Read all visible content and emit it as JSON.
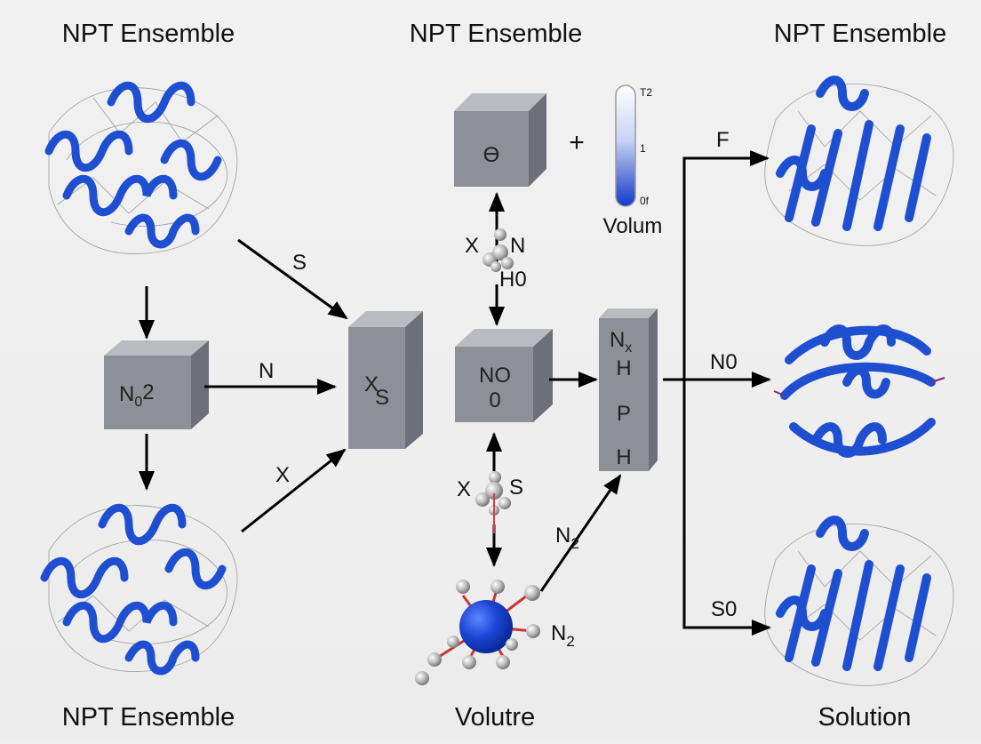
{
  "titles": {
    "top_left": "NPT Ensemble",
    "top_center": "NPT Ensemble",
    "top_right": "NPT Ensemble",
    "bottom_left": "NPT Ensemble",
    "bottom_center": "Volutre",
    "bottom_right": "Solution"
  },
  "boxes": {
    "n02": {
      "base": "N",
      "sub": "0",
      "tail": "2"
    },
    "xs": {
      "top": "X",
      "bottom": "S"
    },
    "theta": "ϴ",
    "no0": {
      "line1": "NO",
      "line2": "0"
    },
    "column": {
      "l1": "N",
      "l1_sub": "x",
      "l2": "H",
      "l3": "P",
      "l4": "H"
    }
  },
  "arrow_labels": {
    "s": "S",
    "n": "N",
    "x": "X",
    "f": "F",
    "n0": "N0",
    "s0": "S0",
    "n2_upper": {
      "base": "N",
      "sub": "2"
    },
    "n2_lower": {
      "base": "N",
      "sub": "2"
    }
  },
  "molecule_labels": {
    "upper_x": "X",
    "upper_n": "N",
    "upper_h0": "H0",
    "lower_x": "X",
    "lower_s": "S"
  },
  "plus": "+",
  "thermometer": {
    "tick_top": "T2",
    "tick_mid": "1",
    "tick_bottom": "0f",
    "caption": "Volum"
  },
  "colors": {
    "protein": "#1f4fd1",
    "box_front": "#8e9099",
    "box_top": "#b9bbc2",
    "box_side": "#6e7079",
    "arrow": "#000000",
    "thermo_fill": "#1238c9"
  }
}
